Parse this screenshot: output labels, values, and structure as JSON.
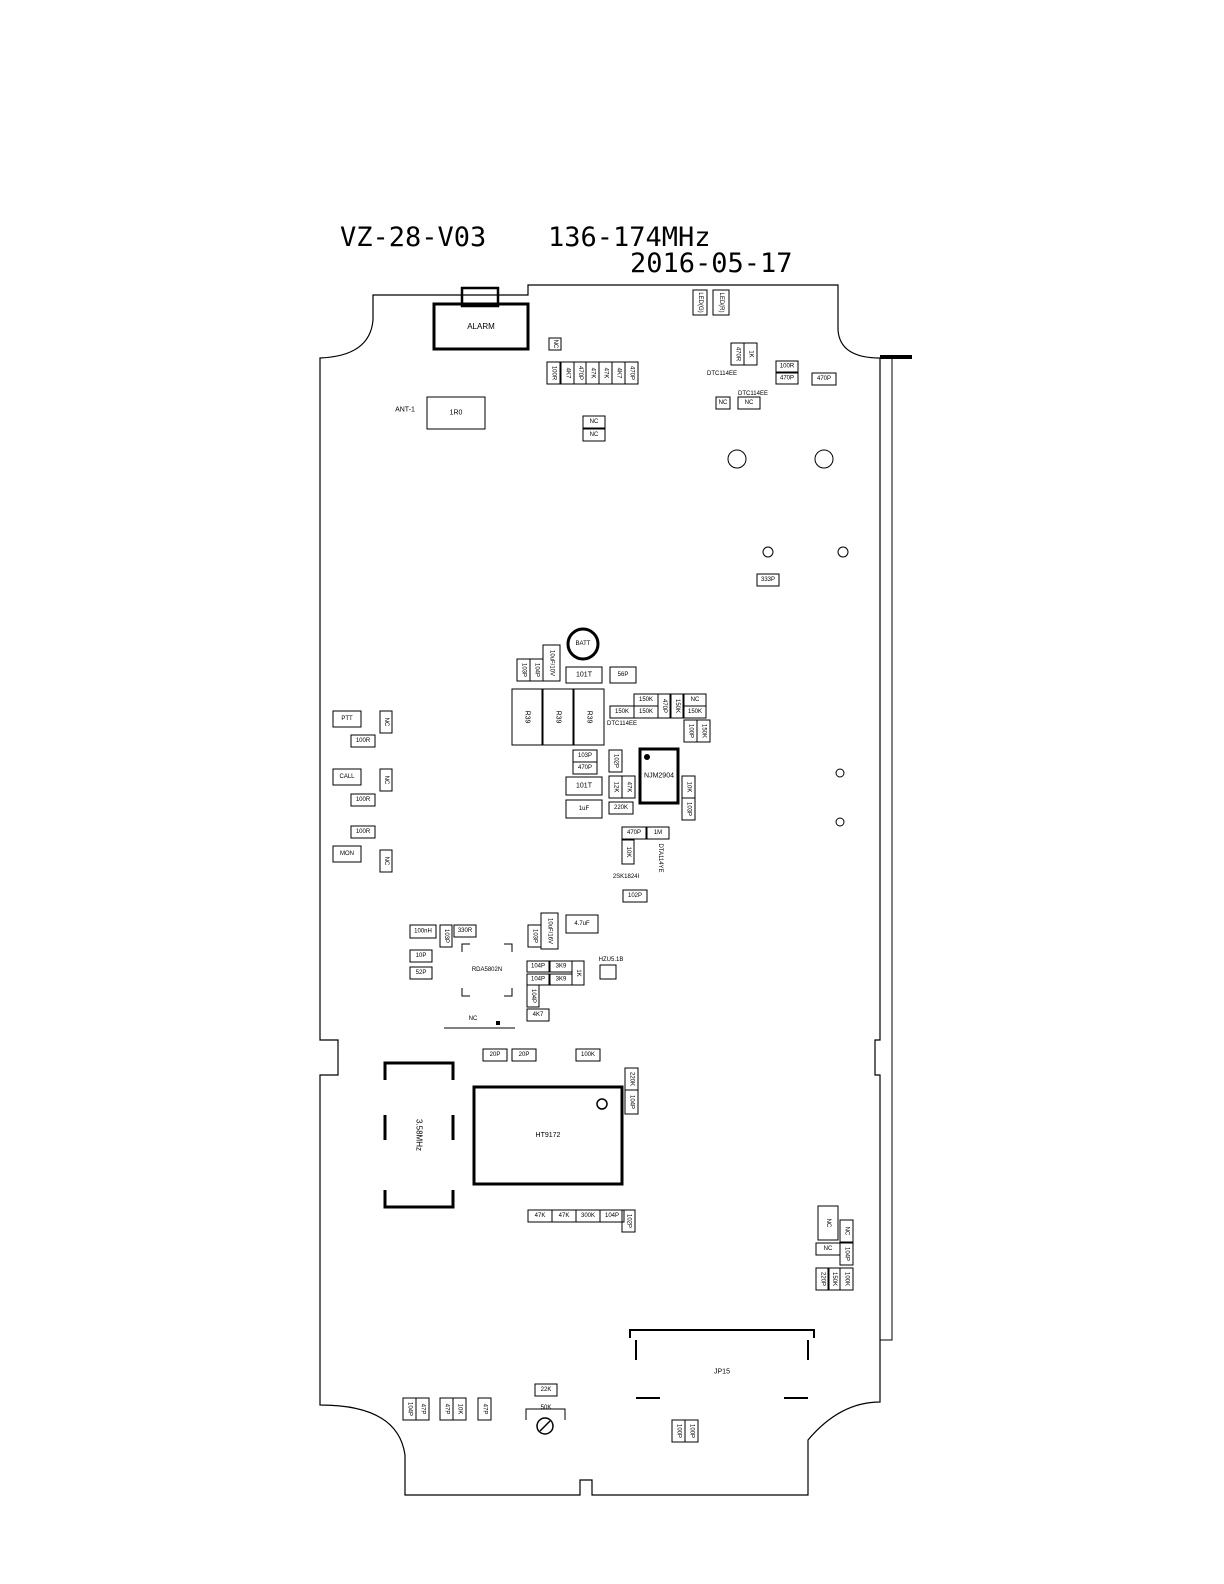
{
  "header": {
    "model": "VZ-28-V03",
    "band": "136-174MHz",
    "date": "2016-05-17"
  },
  "components": [
    {
      "id": "alarm",
      "label": "ALARM"
    },
    {
      "id": "ant-1",
      "label": "ANT-1"
    },
    {
      "id": "r-1r0",
      "label": "1R0"
    },
    {
      "id": "led-g",
      "label": "LED(G)"
    },
    {
      "id": "led-r",
      "label": "LED(R)"
    },
    {
      "id": "nc-top",
      "label": "NC"
    },
    {
      "id": "r-100r-a",
      "label": "100R"
    },
    {
      "id": "r-4k7-a",
      "label": "4K7"
    },
    {
      "id": "c-470p-a",
      "label": "470P"
    },
    {
      "id": "r-47k-a",
      "label": "47K"
    },
    {
      "id": "r-47k-b",
      "label": "47K"
    },
    {
      "id": "r-4k7-b",
      "label": "4K7"
    },
    {
      "id": "c-470p-b",
      "label": "470P"
    },
    {
      "id": "nc-a",
      "label": "NC"
    },
    {
      "id": "nc-b",
      "label": "NC"
    },
    {
      "id": "r-470r",
      "label": "470R"
    },
    {
      "id": "r-1k-a",
      "label": "1K"
    },
    {
      "id": "q-dtc-a",
      "label": "DTC114EE"
    },
    {
      "id": "q-dtc-b",
      "label": "DTC114EE"
    },
    {
      "id": "r-100r-b",
      "label": "100R"
    },
    {
      "id": "c-470p-c",
      "label": "470P"
    },
    {
      "id": "c-470p-d",
      "label": "470P"
    },
    {
      "id": "nc-c",
      "label": "NC"
    },
    {
      "id": "nc-d",
      "label": "NC"
    },
    {
      "id": "c-333p",
      "label": "333P"
    },
    {
      "id": "batt",
      "label": "BATT"
    },
    {
      "id": "c-103p-a",
      "label": "103P"
    },
    {
      "id": "c-104p-a",
      "label": "104P"
    },
    {
      "id": "c-10uf-a",
      "label": "10uF/10V"
    },
    {
      "id": "q-101t-a",
      "label": "101T"
    },
    {
      "id": "c-56p",
      "label": "56P"
    },
    {
      "id": "r39-a",
      "label": "R39"
    },
    {
      "id": "r39-b",
      "label": "R39"
    },
    {
      "id": "r39-c",
      "label": "R39"
    },
    {
      "id": "r-150k-a",
      "label": "150K"
    },
    {
      "id": "r-150k-b",
      "label": "150K"
    },
    {
      "id": "r-150k-c",
      "label": "150K"
    },
    {
      "id": "c-470p-e",
      "label": "470P"
    },
    {
      "id": "r-150k-d",
      "label": "150K"
    },
    {
      "id": "nc-e",
      "label": "NC"
    },
    {
      "id": "r-150k-e",
      "label": "150K"
    },
    {
      "id": "q-dtc-c",
      "label": "DTC114EE"
    },
    {
      "id": "c-100p-a",
      "label": "100P"
    },
    {
      "id": "r-150k-f",
      "label": "150K"
    },
    {
      "id": "ptt",
      "label": "PTT"
    },
    {
      "id": "nc-f",
      "label": "NC"
    },
    {
      "id": "r-100r-c",
      "label": "100R"
    },
    {
      "id": "call",
      "label": "CALL"
    },
    {
      "id": "nc-g",
      "label": "NC"
    },
    {
      "id": "r-100r-d",
      "label": "100R"
    },
    {
      "id": "r-100r-e",
      "label": "100R"
    },
    {
      "id": "mon",
      "label": "MON"
    },
    {
      "id": "nc-h",
      "label": "NC"
    },
    {
      "id": "c-103p-b",
      "label": "103P"
    },
    {
      "id": "c-470p-f",
      "label": "470P"
    },
    {
      "id": "c-102p-a",
      "label": "102P"
    },
    {
      "id": "ic-njm",
      "label": "NJM2904"
    },
    {
      "id": "q-101t-b",
      "label": "101T"
    },
    {
      "id": "r-12k",
      "label": "12K"
    },
    {
      "id": "r-47k-c",
      "label": "47K"
    },
    {
      "id": "r-10k-a",
      "label": "10K"
    },
    {
      "id": "c-103p-c",
      "label": "103P"
    },
    {
      "id": "c-1uf",
      "label": "1uF"
    },
    {
      "id": "r-220k-a",
      "label": "220K"
    },
    {
      "id": "c-470p-g",
      "label": "470P"
    },
    {
      "id": "r-1m",
      "label": "1M"
    },
    {
      "id": "r-10k-b",
      "label": "10K"
    },
    {
      "id": "q-dta",
      "label": "DTA114YE"
    },
    {
      "id": "q-2sk",
      "label": "2SK1824I"
    },
    {
      "id": "c-102p-b",
      "label": "102P"
    },
    {
      "id": "l-100nh",
      "label": "100nH"
    },
    {
      "id": "c-103p-d",
      "label": "103P"
    },
    {
      "id": "r-330r",
      "label": "330R"
    },
    {
      "id": "c-103p-e",
      "label": "103P"
    },
    {
      "id": "c-10uf-b",
      "label": "10uF/16V"
    },
    {
      "id": "c-4u7",
      "label": "4.7uF"
    },
    {
      "id": "c-10p",
      "label": "10P"
    },
    {
      "id": "c-52p",
      "label": "52P"
    },
    {
      "id": "ic-rda",
      "label": "RDA5802N"
    },
    {
      "id": "c-104p-b",
      "label": "104P"
    },
    {
      "id": "r-3k9-a",
      "label": "3K9"
    },
    {
      "id": "r-1k-b",
      "label": "1K"
    },
    {
      "id": "c-104p-c",
      "label": "104P"
    },
    {
      "id": "r-3k9-b",
      "label": "3K9"
    },
    {
      "id": "d-hzu",
      "label": "HZU5.1B"
    },
    {
      "id": "c-104p-d",
      "label": "104P"
    },
    {
      "id": "r-4k7-c",
      "label": "4K7"
    },
    {
      "id": "nc-i",
      "label": "NC"
    },
    {
      "id": "c-20p-a",
      "label": "20P"
    },
    {
      "id": "c-20p-b",
      "label": "20P"
    },
    {
      "id": "r-100k-a",
      "label": "100K"
    },
    {
      "id": "r-220k-b",
      "label": "220K"
    },
    {
      "id": "c-104p-e",
      "label": "104P"
    },
    {
      "id": "xtal",
      "label": "3.58MHz"
    },
    {
      "id": "ic-ht",
      "label": "HT9172"
    },
    {
      "id": "r-47k-d",
      "label": "47K"
    },
    {
      "id": "r-47k-e",
      "label": "47K"
    },
    {
      "id": "r-300k",
      "label": "300K"
    },
    {
      "id": "c-104p-f",
      "label": "104P"
    },
    {
      "id": "c-102p-c",
      "label": "102P"
    },
    {
      "id": "nc-j",
      "label": "NC"
    },
    {
      "id": "nc-k",
      "label": "NC"
    },
    {
      "id": "nc-l",
      "label": "NC"
    },
    {
      "id": "c-104p-g",
      "label": "104P"
    },
    {
      "id": "c-220p",
      "label": "220P"
    },
    {
      "id": "r-150k-g",
      "label": "150K"
    },
    {
      "id": "r-100k-b",
      "label": "100K"
    },
    {
      "id": "jp15",
      "label": "JP15"
    },
    {
      "id": "r-22k",
      "label": "22K"
    },
    {
      "id": "vr-50k",
      "label": "50K"
    },
    {
      "id": "c-104p-h",
      "label": "104P"
    },
    {
      "id": "c-47p-a",
      "label": "47P"
    },
    {
      "id": "c-47p-b",
      "label": "47P"
    },
    {
      "id": "r-10k-c",
      "label": "10K"
    },
    {
      "id": "c-47p-c",
      "label": "47P"
    },
    {
      "id": "c-100p-b",
      "label": "100P"
    },
    {
      "id": "c-100p-c",
      "label": "100P"
    }
  ]
}
